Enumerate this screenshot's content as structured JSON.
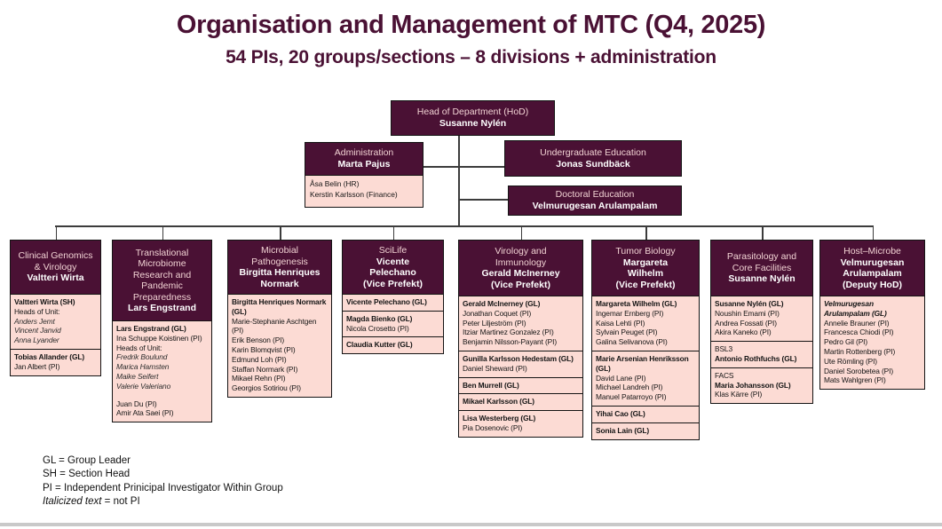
{
  "title": "Organisation and Management of MTC (Q4, 2025)",
  "subtitle": "54 PIs, 20 groups/sections – 8 divisions + administration",
  "colors": {
    "dark_plum": "#4a1134",
    "light_pink": "#fcdbd4",
    "line": "#3c3c3c",
    "footer_bar": "#c9c9c9"
  },
  "top": {
    "hod": {
      "role": "Head of Department (HoD)",
      "name": "Susanne Nylén"
    },
    "administration": {
      "role": "Administration",
      "name": "Marta Pajus",
      "staff": [
        "Åsa Belin (HR)",
        "Kerstin Karlsson (Finance)"
      ]
    },
    "undergraduate": {
      "role": "Undergraduate Education",
      "name": "Jonas Sundbäck"
    },
    "doctoral": {
      "role": "Doctoral Education",
      "name": "Velmurugesan Arulampalam"
    }
  },
  "divisions": [
    {
      "dept_lines": [
        "Clinical Genomics",
        "& Virology"
      ],
      "leader_lines": [
        "Valtteri Wirta"
      ],
      "groups": [
        [
          {
            "t": "Valtteri Wirta (SH)",
            "s": "b"
          },
          {
            "t": "Heads of Unit:",
            "s": "r"
          },
          {
            "t": "Anders Jemt",
            "s": "i"
          },
          {
            "t": "Vincent Janvid",
            "s": "i"
          },
          {
            "t": "Anna Lyander",
            "s": "i"
          }
        ],
        [
          {
            "t": "Tobias Allander (GL)",
            "s": "b"
          },
          {
            "t": "Jan Albert (PI)",
            "s": "r"
          }
        ]
      ]
    },
    {
      "dept_lines": [
        "Translational",
        "Microbiome",
        "Research and",
        "Pandemic",
        "Preparedness"
      ],
      "leader_lines": [
        "Lars Engstrand"
      ],
      "groups": [
        [
          {
            "t": "Lars Engstrand (GL)",
            "s": "b"
          },
          {
            "t": "Ina Schuppe Koistinen (PI)",
            "s": "r"
          },
          {
            "t": "Heads of Unit:",
            "s": "r"
          },
          {
            "t": "Fredrik Boulund",
            "s": "i"
          },
          {
            "t": "Marica Hamsten",
            "s": "i"
          },
          {
            "t": "Maike Seifert",
            "s": "i"
          },
          {
            "t": "Valerie Valeriano",
            "s": "i"
          },
          {
            "t": "",
            "s": "sp"
          },
          {
            "t": "Juan Du (PI)",
            "s": "r"
          },
          {
            "t": "Amir Ata Saei (PI)",
            "s": "r"
          }
        ]
      ]
    },
    {
      "dept_lines": [
        "Microbial",
        "Pathogenesis"
      ],
      "leader_lines": [
        "Birgitta Henriques",
        "Normark"
      ],
      "groups": [
        [
          {
            "t": "Birgitta Henriques Normark (GL)",
            "s": "b"
          },
          {
            "t": "Marie-Stephanie Aschtgen (PI)",
            "s": "r"
          },
          {
            "t": "Erik Benson (PI)",
            "s": "r"
          },
          {
            "t": "Karin Blomqvist (PI)",
            "s": "r"
          },
          {
            "t": "Edmund Loh (PI)",
            "s": "r"
          },
          {
            "t": "Staffan Normark (PI)",
            "s": "r"
          },
          {
            "t": "Mikael Rehn (PI)",
            "s": "r"
          },
          {
            "t": "Georgios Sotiriou (PI)",
            "s": "r"
          }
        ]
      ]
    },
    {
      "dept_lines": [
        "SciLife"
      ],
      "leader_lines": [
        "Vicente",
        "Pelechano",
        "(Vice Prefekt)"
      ],
      "groups": [
        [
          {
            "t": "Vicente Pelechano (GL)",
            "s": "b"
          }
        ],
        [
          {
            "t": "Magda Bienko (GL)",
            "s": "b"
          },
          {
            "t": "Nicola Crosetto (PI)",
            "s": "r"
          }
        ],
        [
          {
            "t": "Claudia Kutter (GL)",
            "s": "b"
          }
        ]
      ]
    },
    {
      "dept_lines": [
        "Virology and",
        "Immunology"
      ],
      "leader_lines": [
        "Gerald McInerney",
        "(Vice Prefekt)"
      ],
      "groups": [
        [
          {
            "t": "Gerald McInerney (GL)",
            "s": "b"
          },
          {
            "t": "Jonathan Coquet (PI)",
            "s": "r"
          },
          {
            "t": "Peter Liljeström (PI)",
            "s": "r"
          },
          {
            "t": "Itziar Martinez Gonzalez (PI)",
            "s": "r"
          },
          {
            "t": "Benjamin Nilsson-Payant (PI)",
            "s": "r"
          }
        ],
        [
          {
            "t": "Gunilla Karlsson Hedestam (GL)",
            "s": "b"
          },
          {
            "t": "Daniel Sheward (PI)",
            "s": "r"
          }
        ],
        [
          {
            "t": "Ben Murrell (GL)",
            "s": "b"
          }
        ],
        [
          {
            "t": "Mikael Karlsson (GL)",
            "s": "b"
          }
        ],
        [
          {
            "t": "Lisa Westerberg (GL)",
            "s": "b"
          },
          {
            "t": "Pia Dosenovic (PI)",
            "s": "r"
          }
        ]
      ]
    },
    {
      "dept_lines": [
        "Tumor Biology"
      ],
      "leader_lines": [
        "Margareta",
        "Wilhelm",
        "(Vice Prefekt)"
      ],
      "groups": [
        [
          {
            "t": "Margareta Wilhelm (GL)",
            "s": "b"
          },
          {
            "t": "Ingemar Ernberg (PI)",
            "s": "r"
          },
          {
            "t": "Kaisa Lehti (PI)",
            "s": "r"
          },
          {
            "t": "Sylvain Peuget (PI)",
            "s": "r"
          },
          {
            "t": "Galina Selivanova (PI)",
            "s": "r"
          }
        ],
        [
          {
            "t": "Marie Arsenian Henriksson (GL)",
            "s": "b"
          },
          {
            "t": "David Lane (PI)",
            "s": "r"
          },
          {
            "t": "Michael Landreh (PI)",
            "s": "r"
          },
          {
            "t": "Manuel Patarroyo (PI)",
            "s": "r"
          }
        ],
        [
          {
            "t": "Yihai Cao (GL)",
            "s": "b"
          }
        ],
        [
          {
            "t": "Sonia Lain (GL)",
            "s": "b"
          }
        ]
      ]
    },
    {
      "dept_lines": [
        "Parasitology and",
        "Core Facilities"
      ],
      "leader_lines": [
        "Susanne Nylén"
      ],
      "groups": [
        [
          {
            "t": "Susanne Nylén (GL)",
            "s": "b"
          },
          {
            "t": "Noushin Emami (PI)",
            "s": "r"
          },
          {
            "t": "Andrea Fossati (PI)",
            "s": "r"
          },
          {
            "t": "Akira Kaneko (PI)",
            "s": "r"
          }
        ],
        [
          {
            "t": "BSL3",
            "s": "r"
          },
          {
            "t": "Antonio Rothfuchs (GL)",
            "s": "b"
          }
        ],
        [
          {
            "t": "FACS",
            "s": "r"
          },
          {
            "t": "Maria Johansson (GL)",
            "s": "b"
          },
          {
            "t": "Klas Kärre (PI)",
            "s": "r"
          }
        ]
      ]
    },
    {
      "dept_lines": [
        "Host–Microbe"
      ],
      "leader_lines": [
        "Velmurugesan",
        "Arulampalam",
        "(Deputy HoD)"
      ],
      "groups": [
        [
          {
            "t": "Velmurugesan Arulampalam (GL)",
            "s": "bi"
          },
          {
            "t": "Annelie Brauner (PI)",
            "s": "r"
          },
          {
            "t": "Francesca Chiodi (PI)",
            "s": "r"
          },
          {
            "t": "Pedro Gil (PI)",
            "s": "r"
          },
          {
            "t": "Martin Rottenberg (PI)",
            "s": "r"
          },
          {
            "t": "Ute Römling (PI)",
            "s": "r"
          },
          {
            "t": "Daniel Sorobetea (PI)",
            "s": "r"
          },
          {
            "t": "Mats Wahlgren (PI)",
            "s": "r"
          }
        ]
      ]
    }
  ],
  "legend": {
    "gl": "GL = Group Leader",
    "sh": "SH = Section Head",
    "pi": "PI = Independent Prinicipal Investigator Within Group",
    "italic_term": "Italicized text",
    "italic_rest": " = not PI"
  }
}
